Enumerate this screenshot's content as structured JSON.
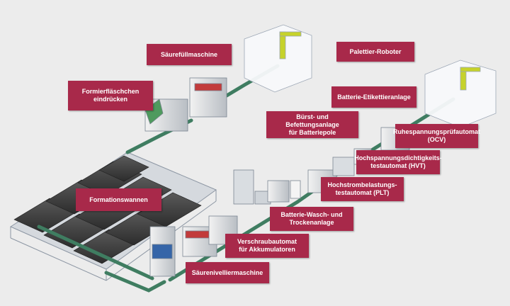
{
  "labels": {
    "saeurefuellmaschine": "Säurefüllmaschine",
    "palettier_roboter": "Palettier-Roboter",
    "formierflaeschchen": "Formierfläschchen\neindrücken",
    "etikettieranlage": "Batterie-Etikettieranlage",
    "buerst_befettung": "Bürst- und Befettungsanlage\nfür Batteriepole",
    "ocv": "Ruhespannungsprüfautomat\n(OCV)",
    "hvt": "Hochspannungsdichtigkeits-\ntestautomat (HVT)",
    "plt": "Hochstrombelastungs-\ntestautomat (PLT)",
    "formationswannen": "Formationswannen",
    "wasch_trocken": "Batterie-Wasch- und\nTrockenanlage",
    "verschraub": "Verschraubautomat\nfür Akkumulatoren",
    "saeurenivellier": "Säurenivelliermaschine"
  },
  "colors": {
    "label_bg": "#a8294a",
    "background": "#ececec",
    "conveyor": "#3f7d61",
    "frame": "#9aa5b4"
  }
}
